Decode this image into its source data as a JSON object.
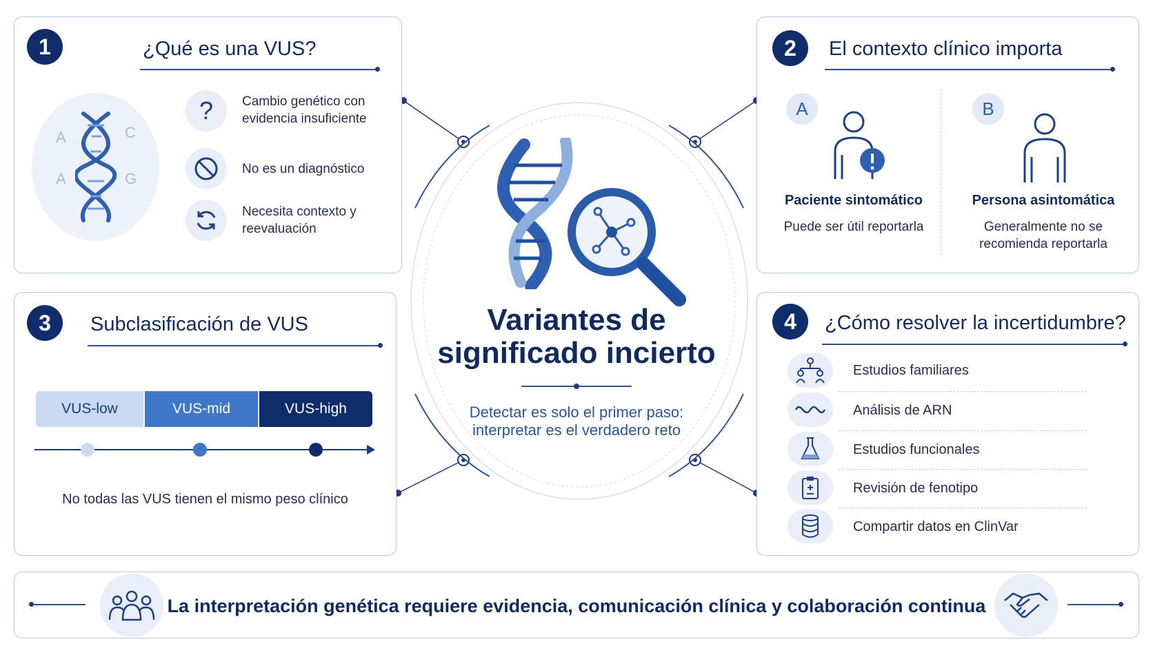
{
  "center": {
    "title_line1": "Variantes de",
    "title_line2": "significado incierto",
    "subtitle_line1": "Detectar es solo el primer paso:",
    "subtitle_line2": "interpretar es el verdadero reto"
  },
  "panel1": {
    "number": "1",
    "title": "¿Qué es una VUS?",
    "dna_letters": [
      "A",
      "C",
      "A",
      "G"
    ],
    "items": [
      {
        "icon": "question-icon",
        "line1": "Cambio genético con",
        "line2": "evidencia insuficiente"
      },
      {
        "icon": "prohibited-icon",
        "line1": "No es un diagnóstico",
        "line2": ""
      },
      {
        "icon": "refresh-icon",
        "line1": "Necesita contexto y",
        "line2": "reevaluación"
      }
    ]
  },
  "panel2": {
    "number": "2",
    "title": "El contexto clínico importa",
    "a": {
      "letter": "A",
      "heading": "Paciente sintomático",
      "line1": "Puede ser útil reportarla",
      "line2": ""
    },
    "b": {
      "letter": "B",
      "heading": "Persona asintomática",
      "line1": "Generalmente no se",
      "line2": "recomienda reportarla"
    }
  },
  "panel3": {
    "number": "3",
    "title": "Subclasificación de VUS",
    "levels": [
      {
        "label": "VUS-low",
        "color": "#c9daf2",
        "text_color": "#1a3f80"
      },
      {
        "label": "VUS-mid",
        "color": "#3f78c8",
        "text_color": "#ffffff"
      },
      {
        "label": "VUS-high",
        "color": "#0f2d6b",
        "text_color": "#ffffff"
      }
    ],
    "note": "No todas las VUS tienen el mismo peso clínico"
  },
  "panel4": {
    "number": "4",
    "title": "¿Cómo resolver la incertidumbre?",
    "steps": [
      {
        "icon": "family-tree-icon",
        "label": "Estudios familiares"
      },
      {
        "icon": "rna-wave-icon",
        "label": "Análisis de ARN"
      },
      {
        "icon": "flask-icon",
        "label": "Estudios funcionales"
      },
      {
        "icon": "clipboard-icon",
        "label": "Revisión de fenotipo"
      },
      {
        "icon": "database-icon",
        "label": "Compartir datos en ClinVar"
      }
    ]
  },
  "banner": {
    "text": "La interpretación genética requiere evidencia, comunicación clínica y colaboración continua",
    "left_icon": "team-icon",
    "right_icon": "handshake-icon"
  },
  "colors": {
    "navy": "#0f2d6b",
    "blue": "#3f78c8",
    "light_blue": "#c9daf2",
    "border": "#b9c7e2"
  }
}
